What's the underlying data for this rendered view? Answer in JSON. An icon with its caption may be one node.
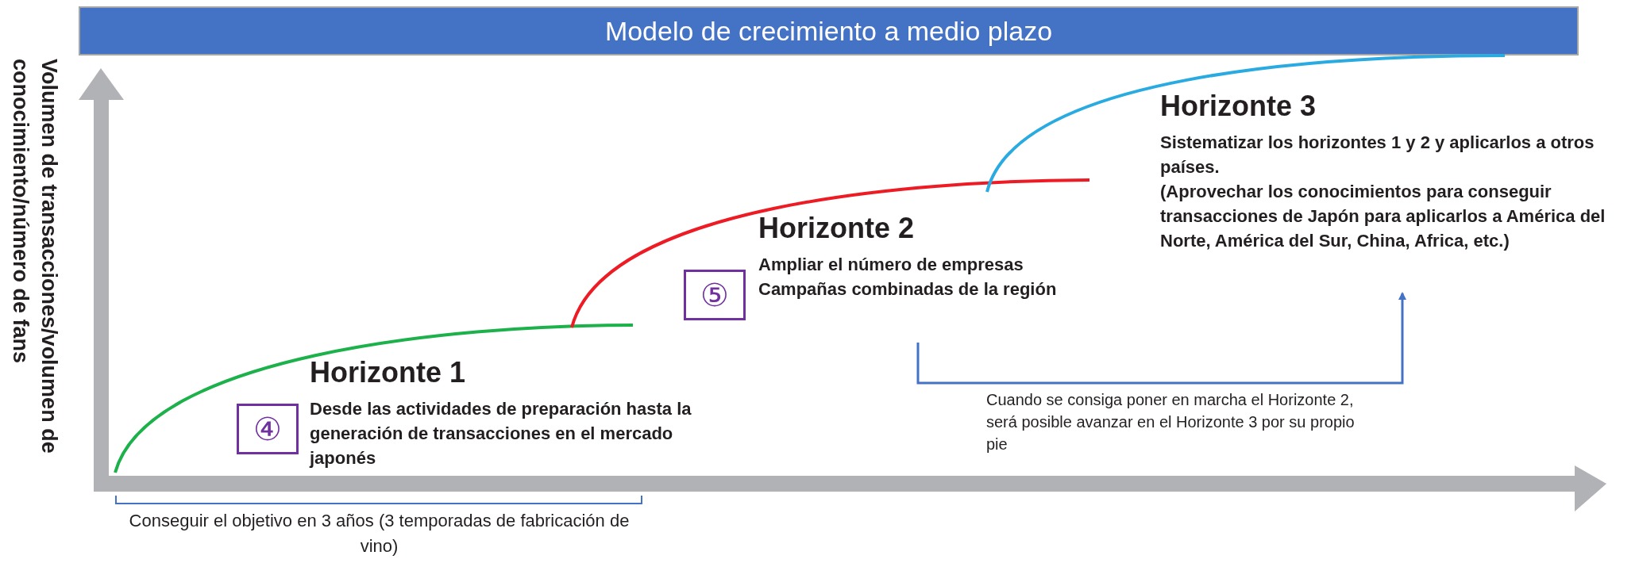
{
  "diagram": {
    "title": "Modelo de crecimiento a medio plazo",
    "nodes": [
      {
        "text": [
          "④"
        ]
      },
      {
        "text": [
          "Horizonte 1",
          "Desde las actividades de preparación hasta la generación de transacciones en el mercado japonés"
        ]
      },
      {
        "text": [
          "⑤"
        ]
      },
      {
        "text": [
          "Horizonte 2",
          "Ampliar el número de empresas",
          "Campañas combinadas de la región"
        ]
      },
      {
        "text": [
          "Horizonte 3",
          "Sistematizar los horizontes 1 y 2 y aplicarlos a otros países.",
          "(Aprovechar los conocimientos para conseguir transacciones de Japón para aplicarlos a América del Norte, América del Sur, China, Africa, etc.)"
        ]
      }
    ],
    "edges": [
      {
        "from": 3,
        "to": 4,
        "arrow": "to",
        "label": "Cuando se consiga poner en marcha el Horizonte 2, será posible avanzar en el Horizonte 3 por su propio pie",
        "color": "#4472c4"
      }
    ],
    "labels": [
      "Volumen de transacciones/volumen de conocimiento/número de fans",
      "Conseguir el objetivo en 3 años (3 temporadas de fabricación de vino)"
    ]
  }
}
